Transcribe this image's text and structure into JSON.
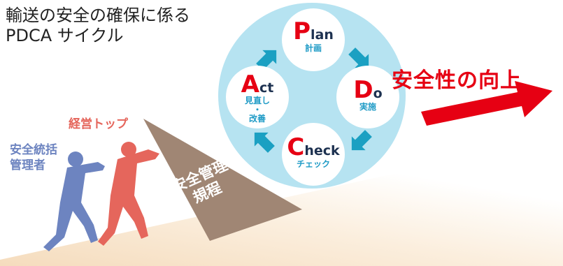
{
  "title": "輸送の安全の確保に係る\nPDCA サイクル",
  "improvement_label": "安全性の向上",
  "pdca": [
    {
      "big": "P",
      "rest": "lan",
      "sub": "計画"
    },
    {
      "big": "D",
      "rest": "o",
      "sub": "実施"
    },
    {
      "big": "C",
      "rest": "heck",
      "sub": "チェック"
    },
    {
      "big": "A",
      "rest": "ct",
      "sub": "見直し\n・\n改善"
    }
  ],
  "people": {
    "manager_label": "安全統括\n管理者",
    "executive_label": "経営トップ"
  },
  "slope_label": "安全管理\n規程",
  "colors": {
    "accent_red": "#e60013",
    "cycle_bg": "#b6e3f1",
    "arrow_teal": "#1ba0c2",
    "slope_sand": "#ecc79c",
    "wedge_brown": "#a08674",
    "person_blue": "#6d84c0",
    "person_red": "#e5665c"
  }
}
